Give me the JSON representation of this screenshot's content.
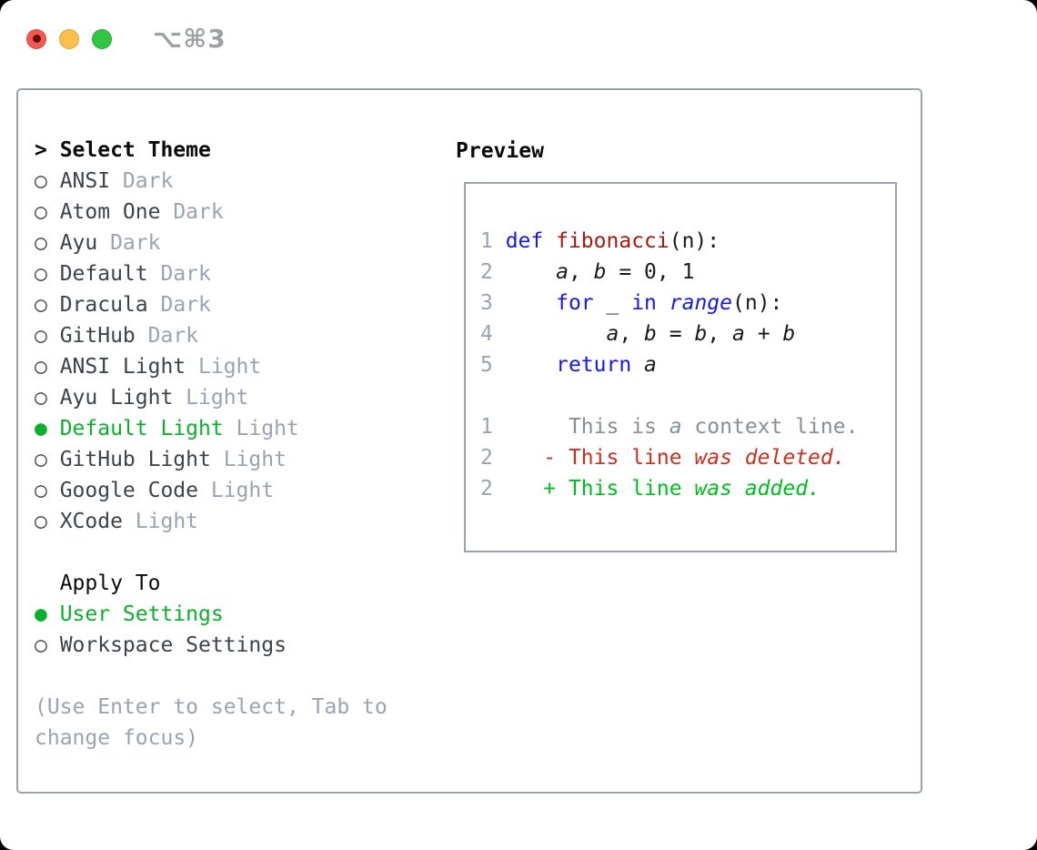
{
  "window": {
    "hotkey": "⌥⌘3"
  },
  "icons": {
    "radio_unselected": "○",
    "radio_selected": "●"
  },
  "theme_panel": {
    "header_prefix": ">",
    "header": "Select Theme",
    "items": [
      {
        "name": "ANSI",
        "variant": "Dark",
        "selected": false
      },
      {
        "name": "Atom One",
        "variant": "Dark",
        "selected": false
      },
      {
        "name": "Ayu",
        "variant": "Dark",
        "selected": false
      },
      {
        "name": "Default",
        "variant": "Dark",
        "selected": false
      },
      {
        "name": "Dracula",
        "variant": "Dark",
        "selected": false
      },
      {
        "name": "GitHub",
        "variant": "Dark",
        "selected": false
      },
      {
        "name": "ANSI Light",
        "variant": "Light",
        "selected": false
      },
      {
        "name": "Ayu Light",
        "variant": "Light",
        "selected": false
      },
      {
        "name": "Default Light",
        "variant": "Light",
        "selected": true
      },
      {
        "name": "GitHub Light",
        "variant": "Light",
        "selected": false
      },
      {
        "name": "Google Code",
        "variant": "Light",
        "selected": false
      },
      {
        "name": "XCode",
        "variant": "Light",
        "selected": false
      }
    ],
    "apply_to": {
      "header": "Apply To",
      "options": [
        {
          "label": "User Settings",
          "selected": true
        },
        {
          "label": "Workspace Settings",
          "selected": false
        }
      ]
    },
    "help_lines": [
      "(Use Enter to select, Tab to",
      "change focus)"
    ]
  },
  "preview": {
    "header": "Preview",
    "lines": [
      [
        {
          "s": "ln",
          "t": "1 "
        },
        {
          "s": "kw",
          "t": "def"
        },
        {
          "s": "pl",
          "t": " "
        },
        {
          "s": "fn",
          "t": "fibonacci"
        },
        {
          "s": "pl",
          "t": "(n):"
        }
      ],
      [
        {
          "s": "ln",
          "t": "2 "
        },
        {
          "s": "pl",
          "t": "    "
        },
        {
          "s": "it",
          "t": "a"
        },
        {
          "s": "pl",
          "t": ", "
        },
        {
          "s": "it",
          "t": "b"
        },
        {
          "s": "pl",
          "t": " = 0, 1"
        }
      ],
      [
        {
          "s": "ln",
          "t": "3 "
        },
        {
          "s": "pl",
          "t": "    "
        },
        {
          "s": "kw",
          "t": "for"
        },
        {
          "s": "pl",
          "t": " _ "
        },
        {
          "s": "kw",
          "t": "in"
        },
        {
          "s": "pl",
          "t": " "
        },
        {
          "s": "kwit",
          "t": "range"
        },
        {
          "s": "pl",
          "t": "(n):"
        }
      ],
      [
        {
          "s": "ln",
          "t": "4 "
        },
        {
          "s": "pl",
          "t": "        "
        },
        {
          "s": "it",
          "t": "a"
        },
        {
          "s": "pl",
          "t": ", "
        },
        {
          "s": "it",
          "t": "b"
        },
        {
          "s": "pl",
          "t": " = "
        },
        {
          "s": "it",
          "t": "b"
        },
        {
          "s": "pl",
          "t": ", "
        },
        {
          "s": "it",
          "t": "a"
        },
        {
          "s": "pl",
          "t": " + "
        },
        {
          "s": "it",
          "t": "b"
        }
      ],
      [
        {
          "s": "ln",
          "t": "5 "
        },
        {
          "s": "pl",
          "t": "    "
        },
        {
          "s": "kw",
          "t": "return"
        },
        {
          "s": "pl",
          "t": " "
        },
        {
          "s": "it",
          "t": "a"
        }
      ],
      [],
      [
        {
          "s": "ln",
          "t": "1 "
        },
        {
          "s": "ctx",
          "t": "     This is "
        },
        {
          "s": "ctxit",
          "t": "a"
        },
        {
          "s": "ctx",
          "t": " context line."
        }
      ],
      [
        {
          "s": "ln",
          "t": "2 "
        },
        {
          "s": "pl",
          "t": "   "
        },
        {
          "s": "del",
          "t": "- This line "
        },
        {
          "s": "delit",
          "t": "was deleted."
        }
      ],
      [
        {
          "s": "ln",
          "t": "2 "
        },
        {
          "s": "pl",
          "t": "   "
        },
        {
          "s": "add",
          "t": "+ This line "
        },
        {
          "s": "addit",
          "t": "was added."
        }
      ]
    ]
  },
  "colors": {
    "border_gray": "#9aa3ad",
    "text_black": "#0c0c0c",
    "item_text": "#3c434b",
    "muted_gray": "#9aa3b1",
    "selection_green": "#0cae2d",
    "keyword_blue": "#1717e6",
    "function_red": "#a41b0e",
    "context_gray": "#878f96",
    "diff_red": "#cb2f1d",
    "diff_green": "#00bd1f",
    "traffic_red": "#f4574e",
    "traffic_red_dot": "#5d120c",
    "traffic_yellow": "#fbbf4a",
    "traffic_green": "#2ec642",
    "hotkey_gray": "#9da0a4"
  }
}
